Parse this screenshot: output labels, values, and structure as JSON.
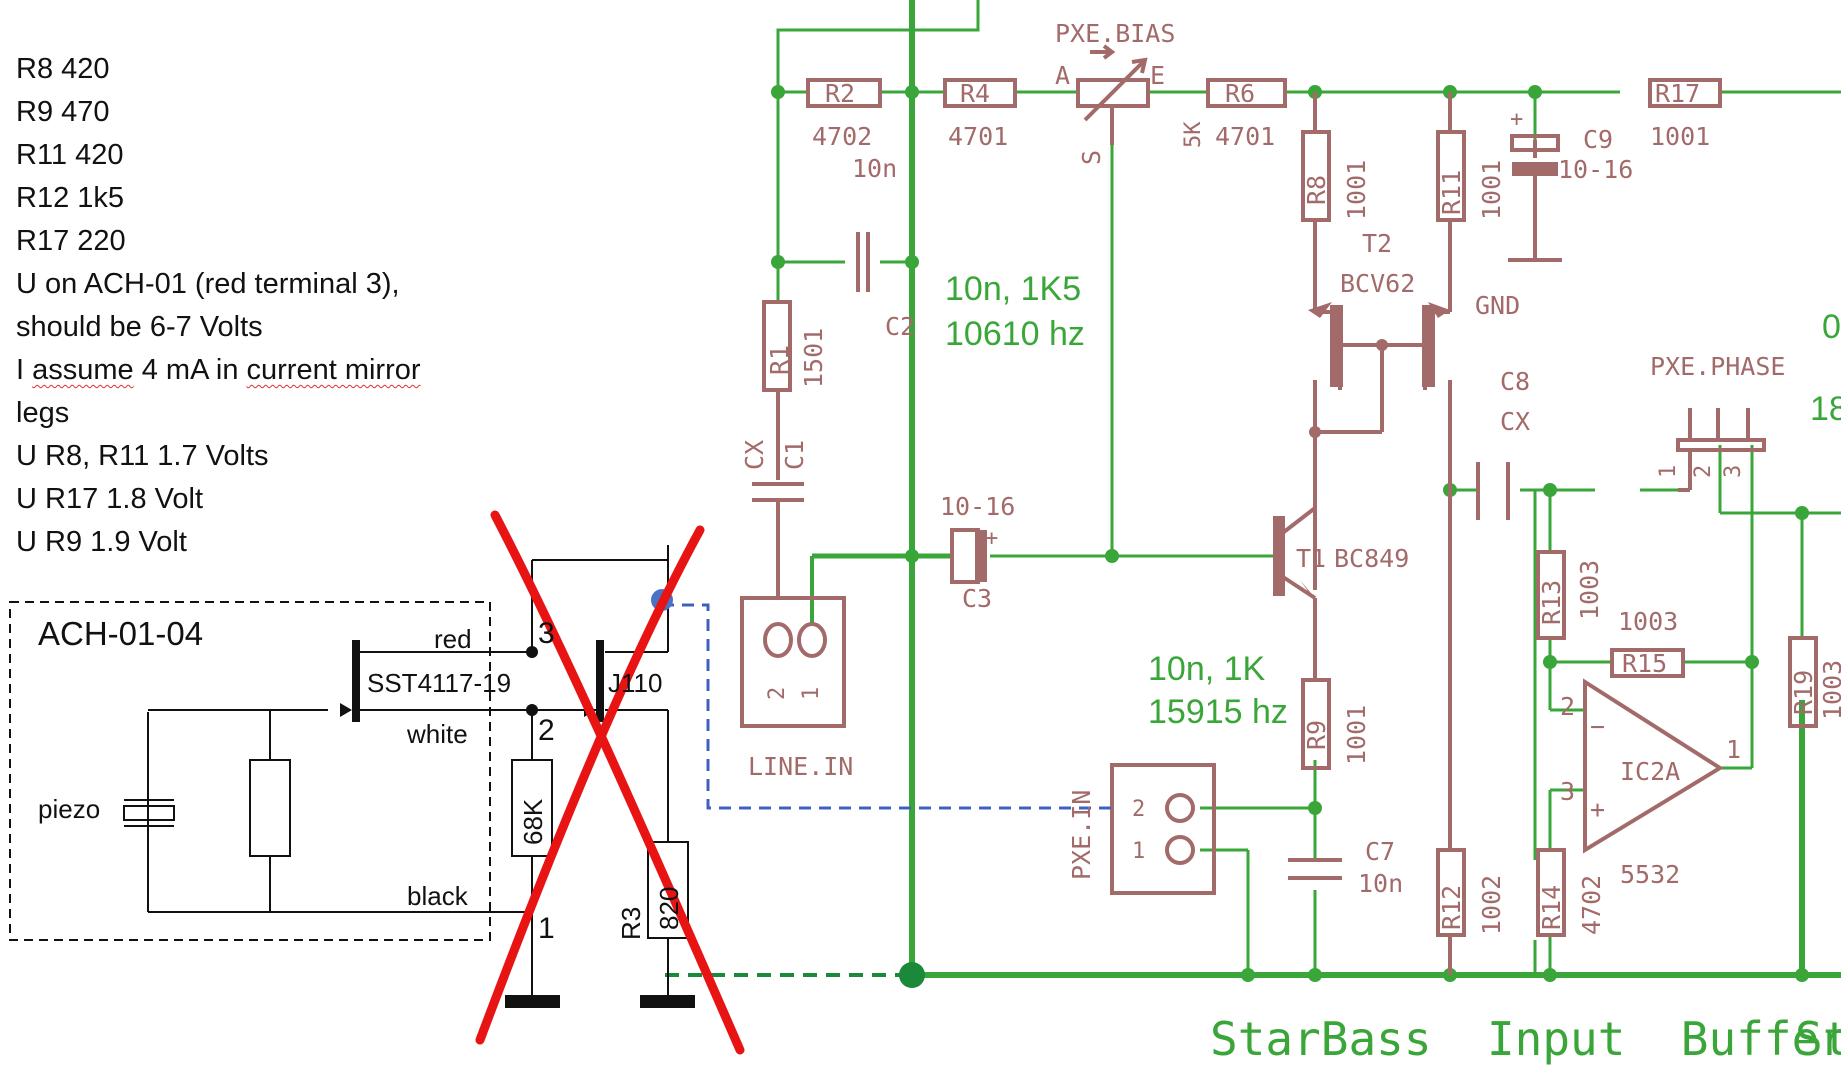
{
  "notes": {
    "r8": "R8   420",
    "r9": "R9   470",
    "r11": "R11 420",
    "r12": "R12 1k5",
    "r17": "R17 220",
    "u_ach_1": "U on ACH-01 (red terminal 3),",
    "u_ach_2": "should be 6-7 Volts",
    "i_assume_1": "I ",
    "i_assume_sq1": "assume",
    "i_assume_2": " 4 mA in ",
    "i_assume_sq2": "current mirror",
    "i_assume_3": "legs",
    "u_r8_r11": "U R8, R11 1.7 Volts",
    "u_r17": "U R17 1.8 Volt",
    "u_r9": "U R9  1.9 Volt"
  },
  "ach": {
    "title": "ACH-01-04",
    "fet": "SST4117-19",
    "red": "red",
    "white": "white",
    "black": "black",
    "piezo": "piezo",
    "pin3": "3",
    "pin2": "2",
    "pin1": "1",
    "r68k": "68K",
    "r3": "R3",
    "r3_val": "820",
    "fet2": "J110"
  },
  "components": {
    "pxe_bias": "PXE.BIAS",
    "pot_a": "A",
    "pot_e": "E",
    "pot_s": "S",
    "pot_5k": "5K",
    "r2": "R2",
    "r2_val": "4702",
    "r4": "R4",
    "r4_val": "4701",
    "r6": "R6",
    "r6_val": "4701",
    "r17": "R17",
    "r17_val": "1001",
    "c9": "C9",
    "c9_val": "10-16",
    "c9_plus": "+",
    "r8": "R8",
    "r8_val": "1001",
    "r11": "R11",
    "r11_val": "1001",
    "t2": "T2",
    "t2_type": "BCV62",
    "gnd": "GND",
    "c2": "C2",
    "c2_10n": "10n",
    "r1": "R1",
    "r1_val": "1501",
    "c1": "C1",
    "c1_cx": "CX",
    "c3": "C3",
    "c3_val": "10-16",
    "c3_plus": "+",
    "line_in": "LINE.IN",
    "line_pin2": "2",
    "line_pin1": "1",
    "t1": "T1",
    "t1_type": "BC849",
    "r9": "R9",
    "r9_val": "1001",
    "c7": "C7",
    "c7_val": "10n",
    "pxe_in": "PXE.IN",
    "pxe_pin2": "2",
    "pxe_pin1": "1",
    "c8": "C8",
    "c8_cx": "CX",
    "pxe_phase": "PXE.PHASE",
    "ph1": "1",
    "ph2": "2",
    "ph3": "3",
    "r13": "R13",
    "r13_val": "1003",
    "r15": "R15",
    "r15_val": "1003",
    "ic2a": "IC2A",
    "ic_type": "5532",
    "op_minus_pin": "2",
    "op_plus_pin": "3",
    "op_out_pin": "1",
    "op_minus": "−",
    "op_plus": "+",
    "r12": "R12",
    "r12_val": "1002",
    "r14": "R14",
    "r14_val": "4702",
    "r19": "R19",
    "r19_val": "1003"
  },
  "annotations": {
    "hp_1": "10n, 1K5",
    "hp_1f": "10610 hz",
    "hp_2": "10n, 1K",
    "hp_2f": "15915 hz",
    "edge_1": "0",
    "edge_18": "18"
  },
  "title": {
    "main": "StarBass  Input  Buffer",
    "cut": "St"
  },
  "colors": {
    "schematic": "#a36a6a",
    "wire": "#3aa63a",
    "cross": "#e81414",
    "blue_dash": "#4060c0",
    "green_dash": "#1a8a3a"
  }
}
